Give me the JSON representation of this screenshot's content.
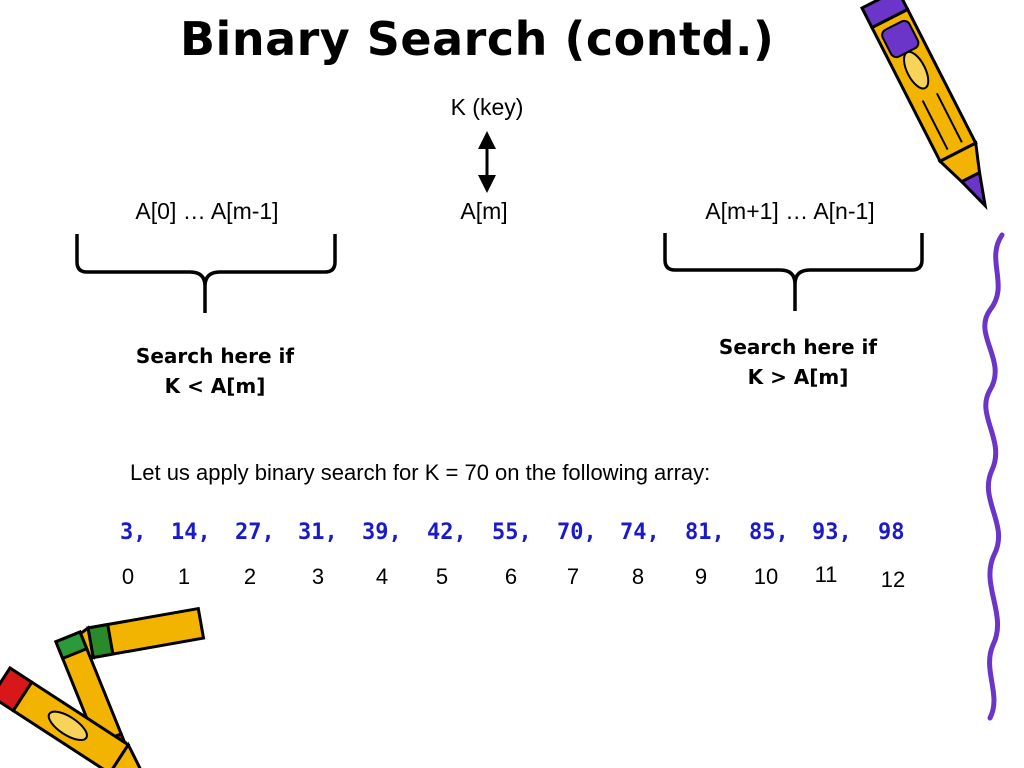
{
  "title": "Binary Search (contd.)",
  "key_label": "K (key)",
  "left_range": "A[0] … A[m-1]",
  "mid_label": "A[m]",
  "right_range": "A[m+1] … A[n-1]",
  "left_caption": {
    "line1": "Search here if",
    "line2": "K < A[m]"
  },
  "right_caption": {
    "line1": "Search here if",
    "line2": "K > A[m]"
  },
  "example_text": "Let us apply binary search for K = 70 on the following array:",
  "array_values": [
    "3,",
    "14,",
    "27,",
    "31,",
    "39,",
    "42,",
    "55,",
    "70,",
    "74,",
    "81,",
    "85,",
    "93,",
    "98"
  ],
  "array_indices": [
    "0",
    "1",
    "2",
    "3",
    "4",
    "5",
    "6",
    "7",
    "8",
    "9",
    "10",
    "11",
    "12"
  ],
  "colors": {
    "array_values": "#1a1acc",
    "accent_line": "#6a35c8",
    "pencil_body": "#f2b400",
    "pencil_eraser": "#d81818"
  },
  "decorations": [
    "pencil-illustration",
    "crayons-illustration",
    "wavy-margin-line"
  ]
}
